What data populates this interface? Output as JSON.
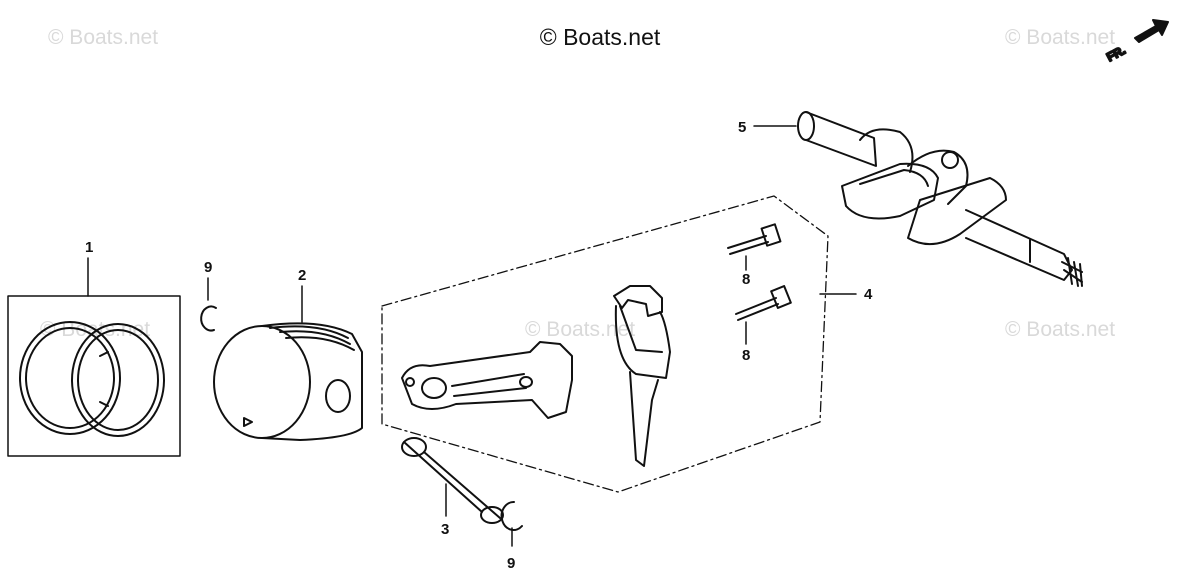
{
  "header": {
    "copyright": "© Boats.net"
  },
  "watermarks": [
    "© Boats.net",
    "© Boats.net",
    "© Boats.net",
    "© Boats.net",
    "© Boats.net"
  ],
  "orientation": {
    "label": "FR."
  },
  "callouts": [
    {
      "id": "c1",
      "label": "1",
      "part": "piston-ring-set"
    },
    {
      "id": "c2",
      "label": "2",
      "part": "piston"
    },
    {
      "id": "c3",
      "label": "3",
      "part": "piston-pin"
    },
    {
      "id": "c4",
      "label": "4",
      "part": "connecting-rod-assembly"
    },
    {
      "id": "c5",
      "label": "5",
      "part": "crankshaft"
    },
    {
      "id": "c8a",
      "label": "8",
      "part": "connecting-rod-bolt"
    },
    {
      "id": "c8b",
      "label": "8",
      "part": "connecting-rod-bolt"
    },
    {
      "id": "c9a",
      "label": "9",
      "part": "piston-pin-clip"
    },
    {
      "id": "c9b",
      "label": "9",
      "part": "piston-pin-clip"
    }
  ]
}
